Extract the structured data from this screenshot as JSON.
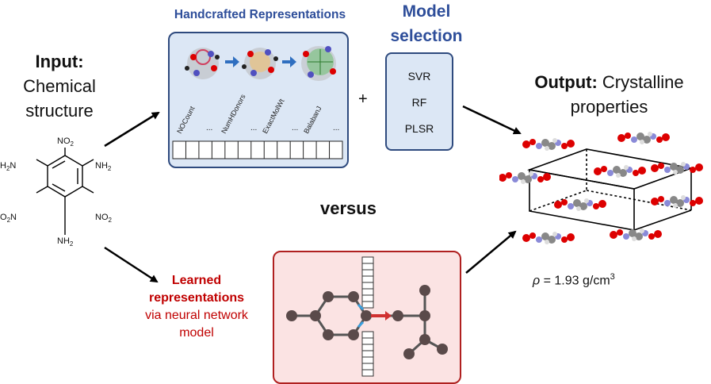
{
  "input": {
    "label_bold": "Input:",
    "label_line1": "Chemical",
    "label_line2": "structure"
  },
  "molecule": {
    "top": "NO",
    "top_sub": "2",
    "left_top_pre": "H",
    "left_top_sub": "2",
    "left_top_post": "N",
    "right_top_pre": "NH",
    "right_top_sub": "2",
    "left_bottom_pre": "O",
    "left_bottom_sub": "2",
    "left_bottom_post": "N",
    "right_bottom_pre": "NO",
    "right_bottom_sub": "2",
    "bottom_pre": "NH",
    "bottom_sub": "2"
  },
  "handcrafted": {
    "title": "Handcrafted Representations",
    "features": [
      "NOCount",
      "NumHDonors",
      "ExactMolWt",
      "BalabanJ"
    ],
    "ellipsis": "...",
    "vector_cells": 13
  },
  "model_selection": {
    "title_line1": "Model",
    "title_line2": "selection",
    "items": [
      "SVR",
      "RF",
      "PLSR"
    ]
  },
  "plus": "+",
  "versus": "versus",
  "output": {
    "label_bold": "Output:",
    "label_line1": "Crystalline",
    "label_line2": "properties"
  },
  "density": {
    "symbol": "ρ",
    "text": " = 1.93 g/cm",
    "sup": "3"
  },
  "learned": {
    "line1": "Learned",
    "line2": "representations",
    "line3": "via neural network",
    "line4": "model"
  },
  "colors": {
    "blue_title": "#2e4e9a",
    "blue_box": "#dce7f5",
    "red_text": "#c00000",
    "red_box": "#fbe3e3",
    "arrow": "#000000"
  }
}
